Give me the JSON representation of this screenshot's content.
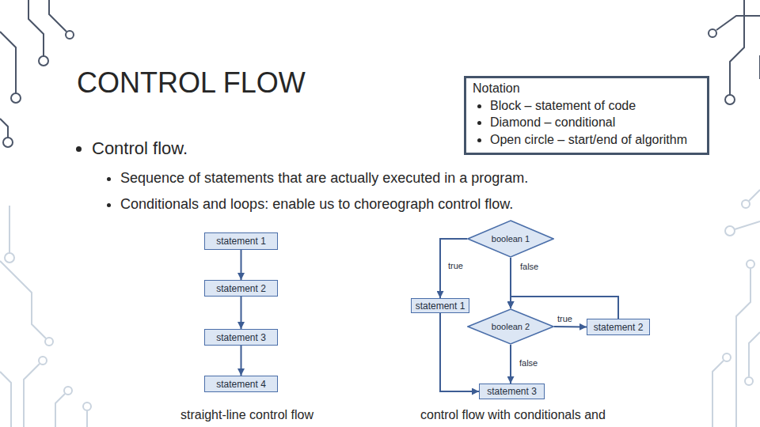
{
  "diagram": {
    "title": "CONTROL FLOW",
    "nodes": [
      {
        "text": [
          "Notation",
          "Block – statement of code",
          "Diamond – conditional",
          "Open circle – start/end of algorithm"
        ]
      },
      {
        "text": [
          "statement 1"
        ]
      },
      {
        "text": [
          "boolean 1"
        ]
      },
      {
        "text": [
          "statement 2"
        ]
      },
      {
        "text": [
          "statement 1"
        ]
      },
      {
        "text": [
          "boolean 2"
        ]
      },
      {
        "text": [
          "statement 2"
        ]
      },
      {
        "text": [
          "statement 3"
        ]
      },
      {
        "text": [
          "statement 4"
        ]
      },
      {
        "text": [
          "statement 3"
        ]
      }
    ],
    "edges": [
      {
        "from": 1,
        "to": 3,
        "arrow": "to"
      },
      {
        "from": 3,
        "to": 7,
        "arrow": "to"
      },
      {
        "from": 7,
        "to": 8,
        "arrow": "to"
      },
      {
        "from": 2,
        "to": 4,
        "label": "true",
        "arrow": "to"
      },
      {
        "from": 2,
        "to": 5,
        "label": "false",
        "arrow": "to"
      },
      {
        "from": 4,
        "to": 9,
        "arrow": "to"
      },
      {
        "from": 5,
        "to": 6,
        "label": "true",
        "arrow": "to"
      },
      {
        "from": 6,
        "to": 5,
        "arrow": "to"
      },
      {
        "from": 5,
        "to": 9,
        "label": "false",
        "arrow": "to"
      }
    ],
    "labels": [
      "Control flow.",
      "Sequence of statements that are actually executed in a program.",
      "Conditionals and loops: enable us to choreograph control flow.",
      "straight-line control flow",
      "control flow with conditionals and"
    ]
  }
}
